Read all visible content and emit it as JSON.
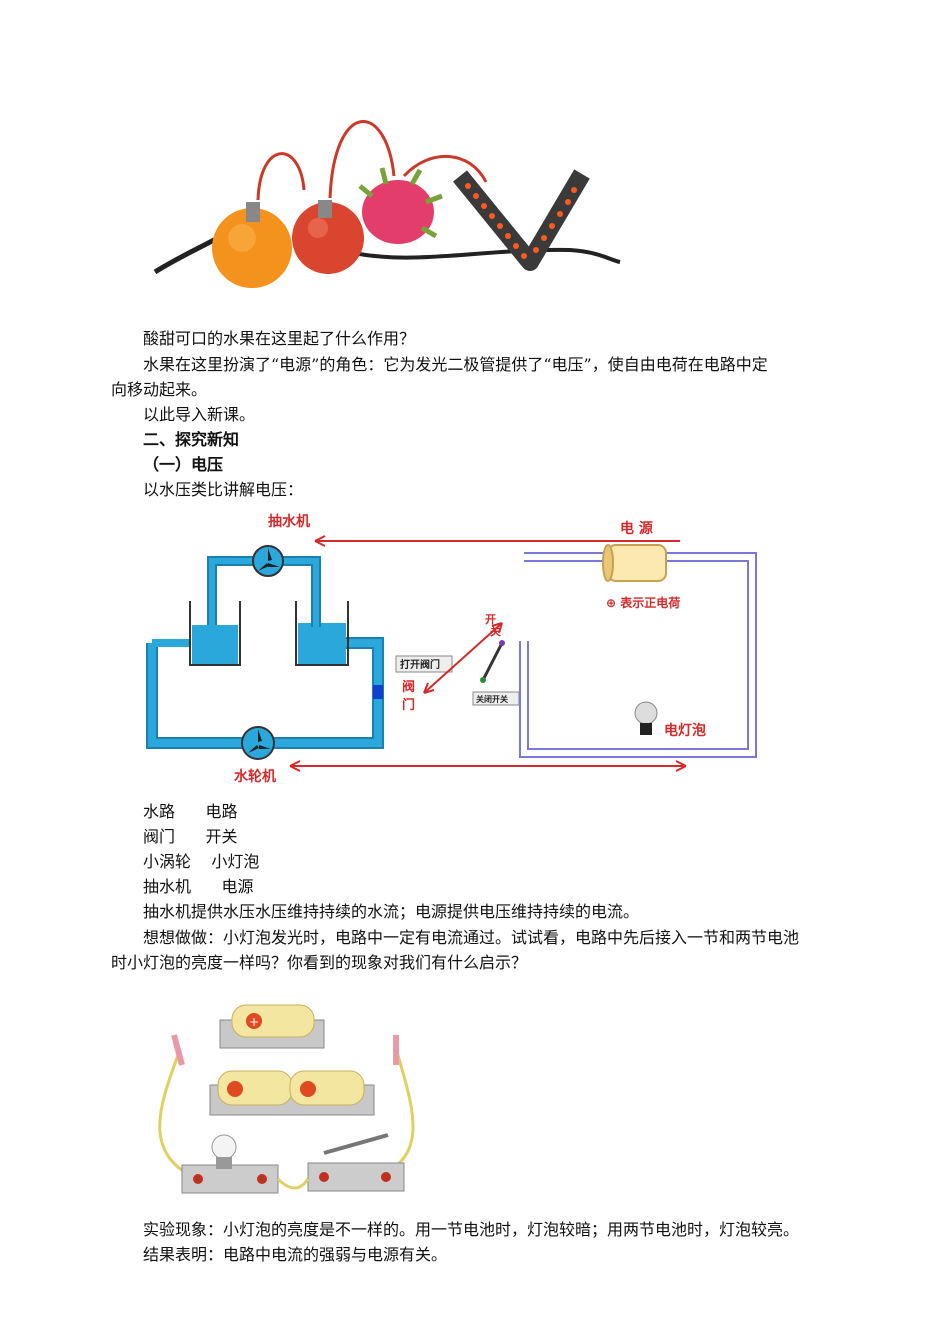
{
  "paragraphs": {
    "q1": "酸甜可口的水果在这里起了什么作用？",
    "a1_line1": "水果在这里扮演了“电源”的角色：它为发光二极管提供了“电压”，使自由电荷在电路中定",
    "a1_line2": "向移动起来。",
    "intro": "以此导入新课。",
    "section2": "二、探究新知",
    "sub1": "（一）电压",
    "analogy": "以水压类比讲解电压：",
    "pair1": "水路      电路",
    "pair2": "阀门      开关",
    "pair3": "小涡轮    小灯泡",
    "pair4": "抽水机      电源",
    "pump_text": "抽水机提供水压水压维持持续的水流；电源提供电压维持持续的电流。",
    "think_line1": "想想做做：小灯泡发光时，电路中一定有电流通过。试试看，电路中先后接入一节和两节电池",
    "think_line2": "时小灯泡的亮度一样吗？你看到的现象对我们有什么启示？",
    "phenomenon": "实验现象：小灯泡的亮度是不一样的。用一节电池时，灯泡较暗；用两节电池时，灯泡较亮。",
    "conclusion": "结果表明：电路中电流的强弱与电源有关。"
  },
  "diagram": {
    "pump": "抽水机",
    "power": "电 源",
    "positive": "⊕ 表示正电荷",
    "switch_v1": "开",
    "switch_v2": "关",
    "open_valve": "打开阀门",
    "close_switch": "关闭开关",
    "valve_v1": "阀",
    "valve_v2": "门",
    "bulb": "电灯泡",
    "turbine": "水轮机"
  },
  "colors": {
    "water": "#2aa8dc",
    "water_dark": "#1b7fb0",
    "wire": "#7a78d8",
    "arrow": "#d42a2a"
  }
}
